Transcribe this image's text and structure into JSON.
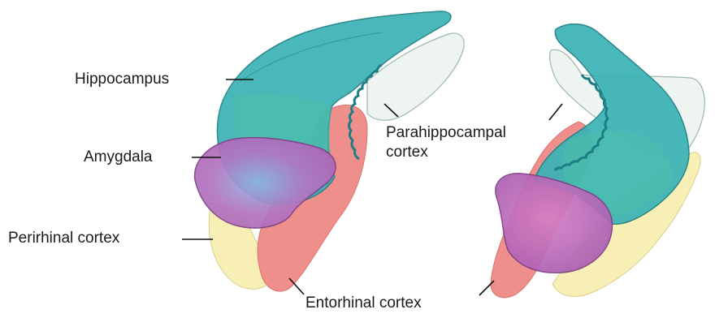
{
  "labels": {
    "hippocampus": "Hippocampus",
    "amygdala": "Amygdala",
    "perirhinal": "Perirhinal cortex",
    "parahippocampal_line1": "Parahippocampal",
    "parahippocampal_line2": "cortex",
    "entorhinal": "Entorhinal cortex"
  },
  "colors": {
    "hippocampus": "#3bb3b5",
    "hippocampus_outline": "#1d7f84",
    "amygdala": "#b264b8",
    "amygdala_outline": "#7e3f86",
    "perirhinal": "#f7efb6",
    "entorhinal": "#ef8f8c",
    "parahippocampal": "#eef4f1",
    "parahippocampal_outline": "#9db7b0",
    "leader_line": "#111111"
  }
}
